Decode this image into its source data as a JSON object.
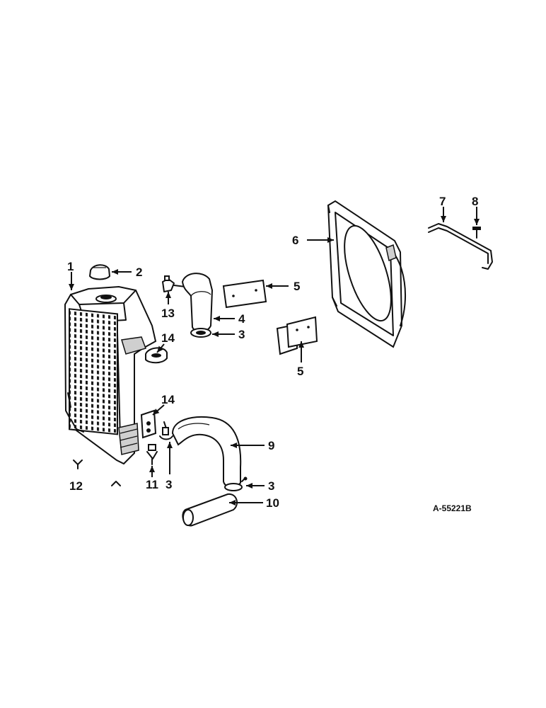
{
  "reference_number": "A-55221B",
  "callouts": {
    "c1": "1",
    "c2": "2",
    "c3a": "3",
    "c3b": "3",
    "c3c": "3",
    "c4": "4",
    "c5a": "5",
    "c5b": "5",
    "c6": "6",
    "c7": "7",
    "c8": "8",
    "c9": "9",
    "c10": "10",
    "c11": "11",
    "c12": "12",
    "c13": "13",
    "c14a": "14",
    "c14b": "14"
  }
}
